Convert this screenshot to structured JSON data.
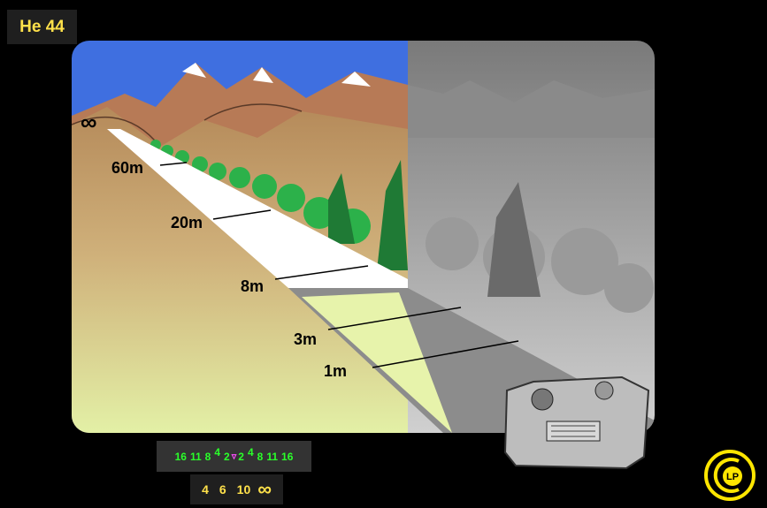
{
  "title": "He 44",
  "infinity_symbol": "∞",
  "distance_labels": [
    "60m",
    "20m",
    "8m",
    "3m",
    "1m"
  ],
  "dof_scale": {
    "left": [
      "16",
      "11",
      "8"
    ],
    "left_near": "4",
    "left_inner": "2",
    "right_inner": "2",
    "right_near": "4",
    "right": [
      "8",
      "11",
      "16"
    ]
  },
  "distance_scale": [
    "4",
    "6",
    "10",
    "∞"
  ],
  "logo_text": "LP",
  "colors": {
    "title_text": "#ffe14a",
    "sky": "#3f6fe0",
    "mountains": "#b77a56",
    "road": "#ffffff",
    "dof_numbers": "#2aff2a",
    "logo": "#ffe600"
  }
}
